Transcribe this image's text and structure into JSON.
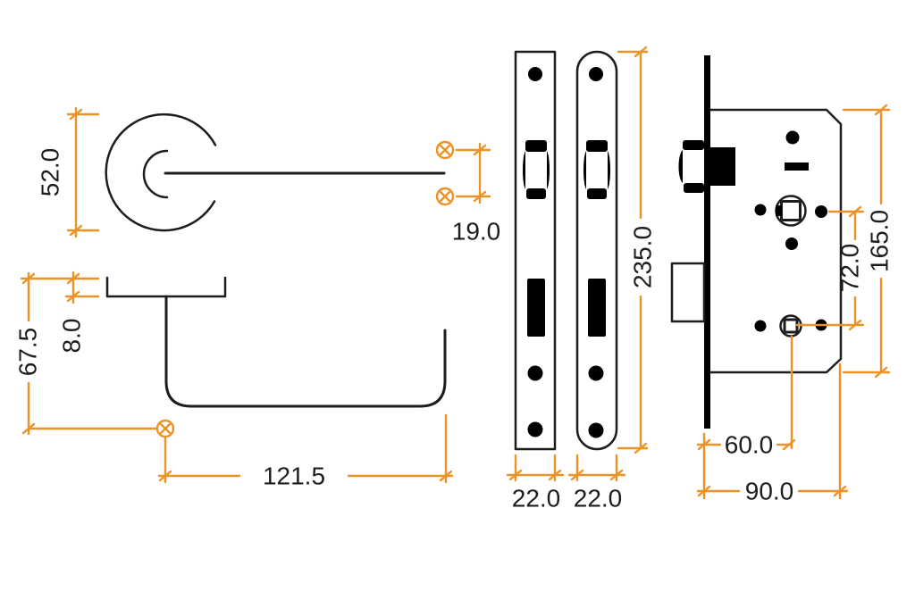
{
  "drawing": {
    "type": "technical-drawing",
    "subject": "lever door handle on rose with bathroom mortice lock and faceplates",
    "colors": {
      "line": "#1d1d1b",
      "dimension": "#ed9227",
      "background": "#ffffff"
    },
    "dimensions": {
      "rose_diameter": "52.0",
      "grip_diameter": "19.0",
      "handle_height": "67.5",
      "rose_projection": "8.0",
      "lever_length": "121.5",
      "faceplate_length": "235.0",
      "square_faceplate_width": "22.0",
      "radius_faceplate_width": "22.0",
      "follower_centres": "72.0",
      "case_height": "165.0",
      "backset": "60.0",
      "case_depth": "90.0"
    }
  }
}
